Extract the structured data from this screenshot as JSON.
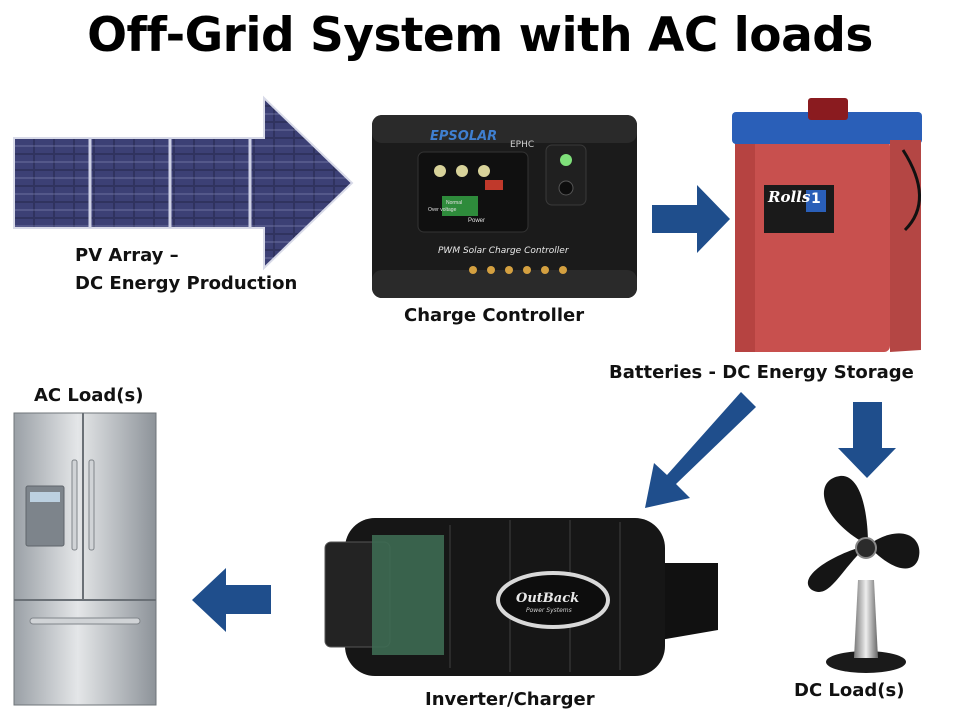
{
  "title": "Off-Grid System with AC loads",
  "labels": {
    "pv_line1": "PV Array –",
    "pv_line2": "DC Energy Production",
    "charge_controller": "Charge Controller",
    "batteries": "Batteries - DC Energy Storage",
    "ac_loads": "AC Load(s)",
    "dc_loads": "DC Load(s)",
    "inverter": "Inverter/Charger"
  },
  "controller": {
    "brand": "EPSOLAR",
    "model": "EPHC",
    "caption": "PWM Solar Charge Controller",
    "icon_labels": [
      "Over voltage",
      "Normal",
      "Power"
    ]
  },
  "battery_brand": "Rolls",
  "battery_badge": "1",
  "inverter_brand": "OutBack",
  "inverter_sub": "Power Systems",
  "colors": {
    "arrow": "#1f4e8c",
    "battery": "#c8504e",
    "battery_lid": "#2a5fb8"
  }
}
